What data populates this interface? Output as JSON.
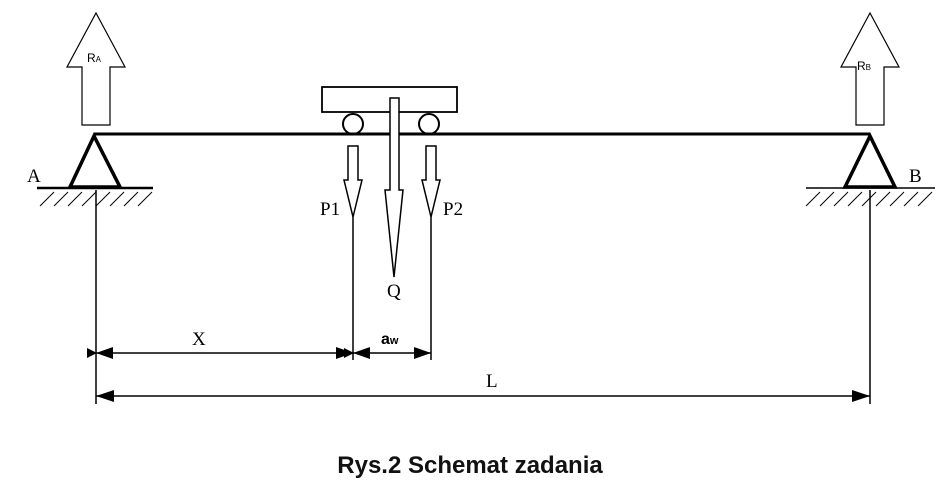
{
  "labels": {
    "support_a": "A",
    "support_b": "B",
    "reaction_a_main": "R",
    "reaction_a_sub": "A",
    "reaction_b_main": "R",
    "reaction_b_sub": "B",
    "load_p1": "P1",
    "load_p2": "P2",
    "load_q": "Q",
    "dim_x": "X",
    "dim_aw_main": "a",
    "dim_aw_sub": "w",
    "dim_l": "L"
  },
  "caption": "Rys.2 Schemat zadania",
  "colors": {
    "line": "#000000",
    "background": "#ffffff"
  }
}
